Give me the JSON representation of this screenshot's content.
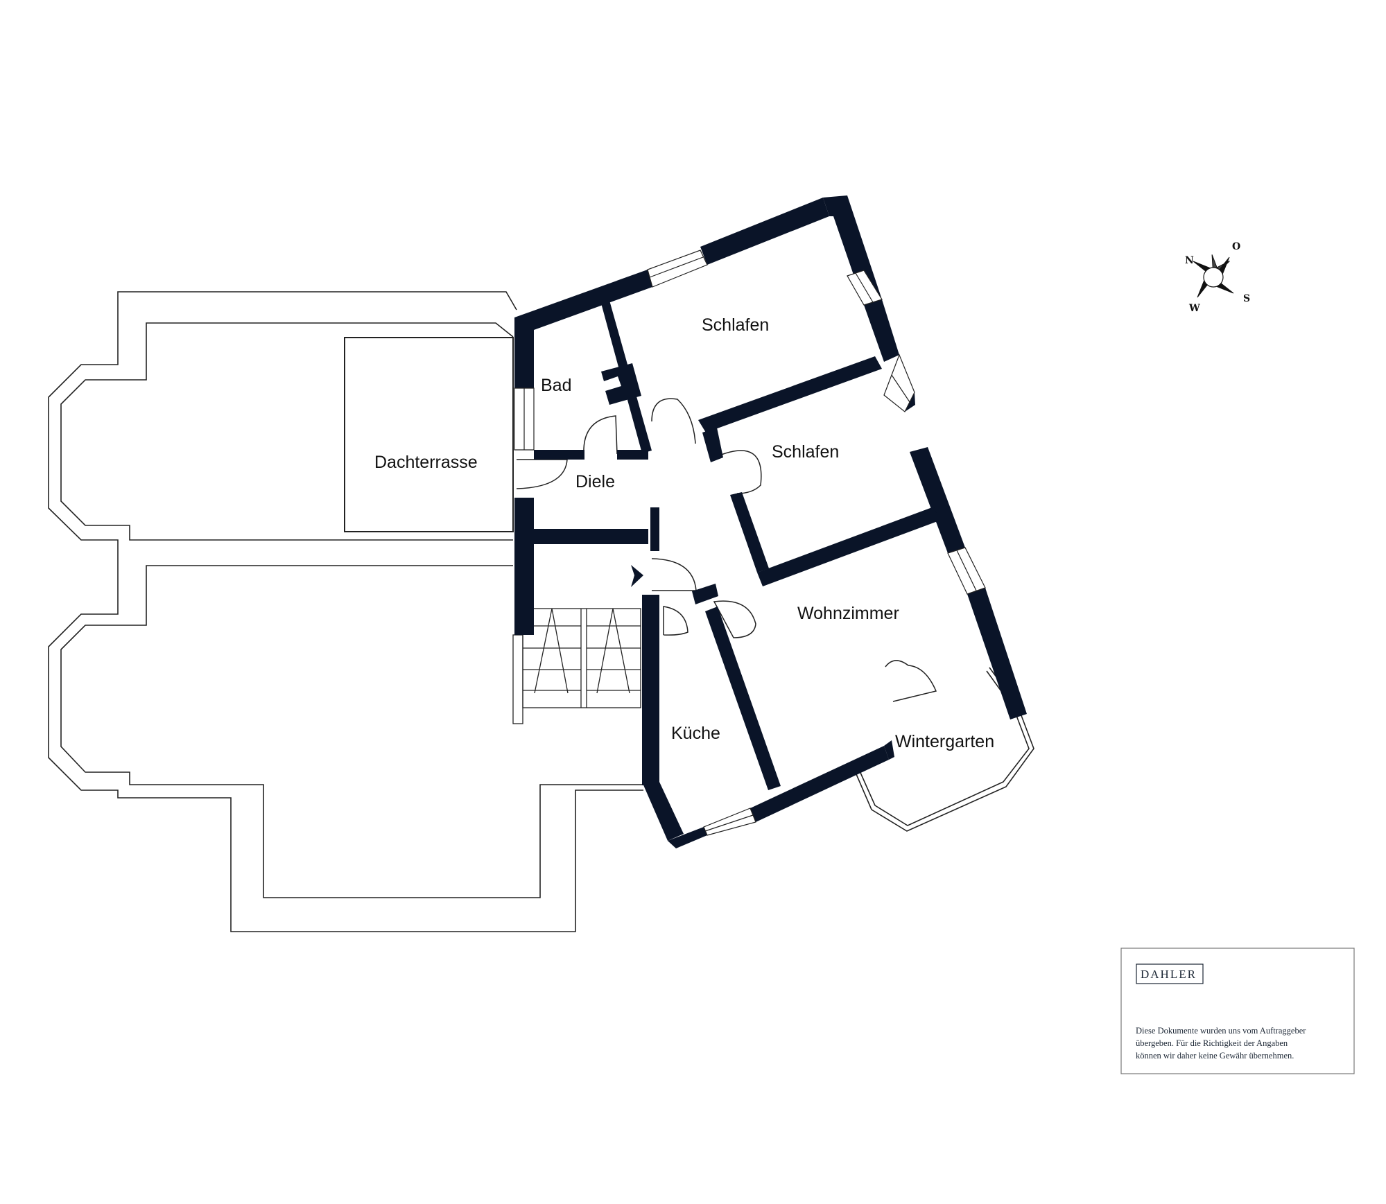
{
  "colors": {
    "wall": "#0a1428",
    "outline": "#222222",
    "paper": "#ffffff"
  },
  "rooms": {
    "bad": "Bad",
    "schlafen_1": "Schlafen",
    "schlafen_2": "Schlafen",
    "dachterrasse": "Dachterrasse",
    "diele": "Diele",
    "wohnzimmer": "Wohnzimmer",
    "kueche": "Küche",
    "wintergarten": "Wintergarten"
  },
  "compass": {
    "n": "N",
    "o": "O",
    "s": "S",
    "w": "W"
  },
  "disclaimer": {
    "logo": "DAHLER",
    "line1": "Diese Dokumente wurden uns vom Auftraggeber",
    "line2": "übergeben. Für die Richtigkeit der Angaben",
    "line3": "können wir daher keine Gewähr übernehmen."
  }
}
